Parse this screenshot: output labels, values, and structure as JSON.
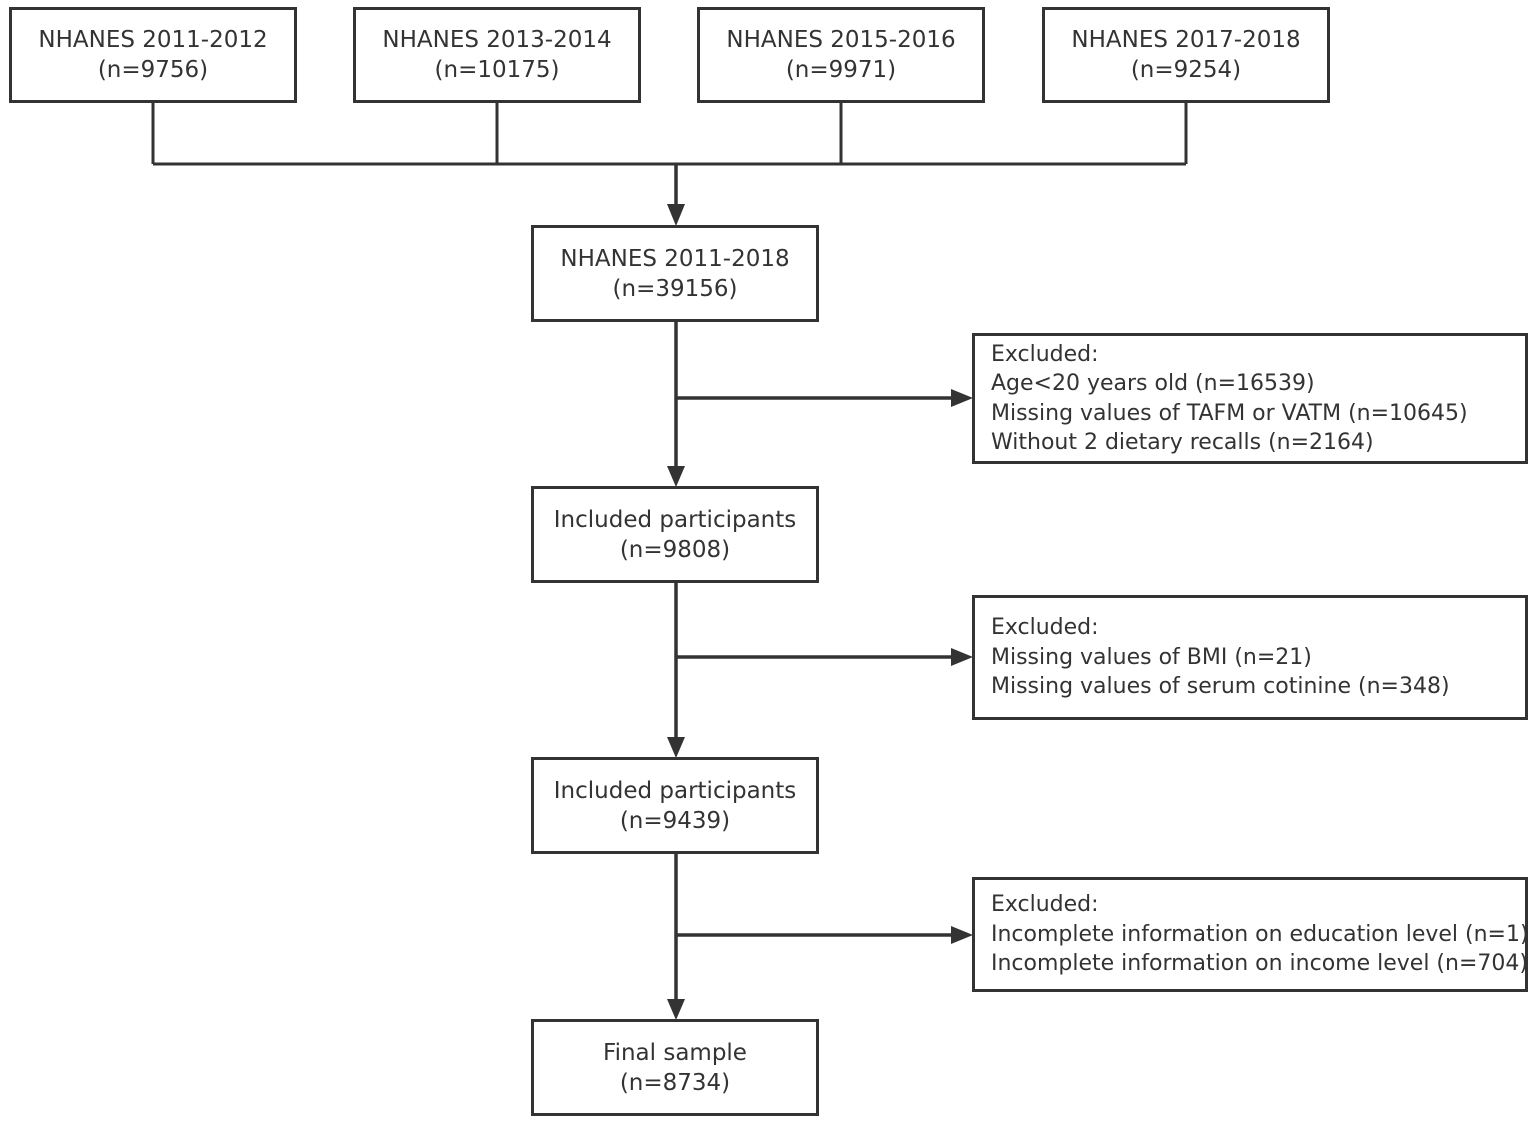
{
  "colors": {
    "stroke": "#333333",
    "text": "#333333",
    "background": "#ffffff"
  },
  "sources": [
    {
      "title": "NHANES 2011-2012",
      "n": "(n=9756)"
    },
    {
      "title": "NHANES 2013-2014",
      "n": "(n=10175)"
    },
    {
      "title": "NHANES 2015-2016",
      "n": "(n=9971)"
    },
    {
      "title": "NHANES 2017-2018",
      "n": "(n=9254)"
    }
  ],
  "combined": {
    "title": "NHANES 2011-2018",
    "n": "(n=39156)"
  },
  "stages": [
    {
      "title": "Included participants",
      "n": "(n=9808)",
      "excluded": {
        "heading": "Excluded:",
        "items": [
          "Age<20 years old (n=16539)",
          "Missing values of TAFM or VATM (n=10645)",
          "Without 2 dietary recalls (n=2164)"
        ]
      }
    },
    {
      "title": "Included participants",
      "n": "(n=9439)",
      "excluded": {
        "heading": "Excluded:",
        "items": [
          "Missing values of BMI (n=21)",
          "Missing values of serum cotinine (n=348)"
        ]
      }
    },
    {
      "title": "Final sample",
      "n": "(n=8734)",
      "excluded": {
        "heading": "Excluded:",
        "items": [
          "Incomplete information on education level (n=1)",
          "Incomplete information on income level (n=704)"
        ]
      }
    }
  ]
}
